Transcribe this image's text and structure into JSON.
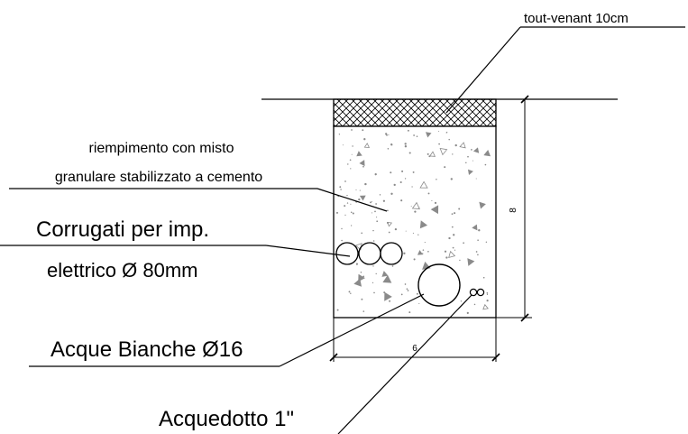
{
  "labels": {
    "top_layer": "tout-venant 10cm",
    "fill_line1": "riempimento con misto",
    "fill_line2": "granulare stabilizzato a cemento",
    "conduits_line1": "Corrugati per imp.",
    "conduits_line2": "elettrico Ø 80mm",
    "white_water": "Acque Bianche Ø16",
    "aqueduct": "Acquedotto 1\""
  },
  "dimensions": {
    "height": "8",
    "width": "6"
  },
  "colors": {
    "line": "#000000",
    "aggregate": "#8a8a8a",
    "background": "#ffffff"
  }
}
